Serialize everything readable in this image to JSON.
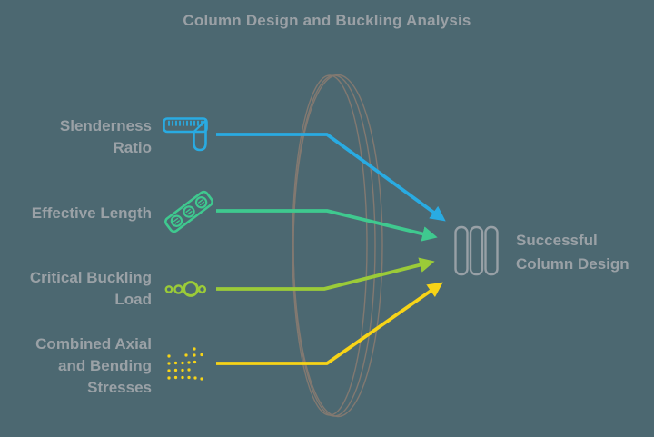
{
  "title": "Column Design and Buckling Analysis",
  "colors": {
    "background": "#4c6871",
    "text_gray": "#9aa1a6",
    "lens_stroke": "#857a71",
    "slenderness_blue": "#29abe2",
    "effective_green": "#3fc98f",
    "buckling_lime": "#9bcb38",
    "stresses_yellow": "#f7d417",
    "result_gray": "#98a0a6"
  },
  "factors": [
    {
      "label": "Slenderness Ratio",
      "lines": [
        "Slenderness",
        "Ratio"
      ],
      "icon": "ruler-square-icon",
      "color": "#29abe2"
    },
    {
      "label": "Effective Length",
      "lines": [
        "Effective Length"
      ],
      "icon": "measuring-scale-icon",
      "color": "#3fc98f"
    },
    {
      "label": "Critical Buckling Load",
      "lines": [
        "Critical Buckling",
        "Load"
      ],
      "icon": "circles-icon",
      "color": "#9bcb38"
    },
    {
      "label": "Combined Axial and Bending Stresses",
      "lines": [
        "Combined Axial",
        "and Bending",
        "Stresses"
      ],
      "icon": "dot-matrix-icon",
      "color": "#f7d417"
    }
  ],
  "result": {
    "label": "Successful Column Design",
    "lines": [
      "Successful",
      "Column Design"
    ],
    "icon": "columns-icon"
  }
}
